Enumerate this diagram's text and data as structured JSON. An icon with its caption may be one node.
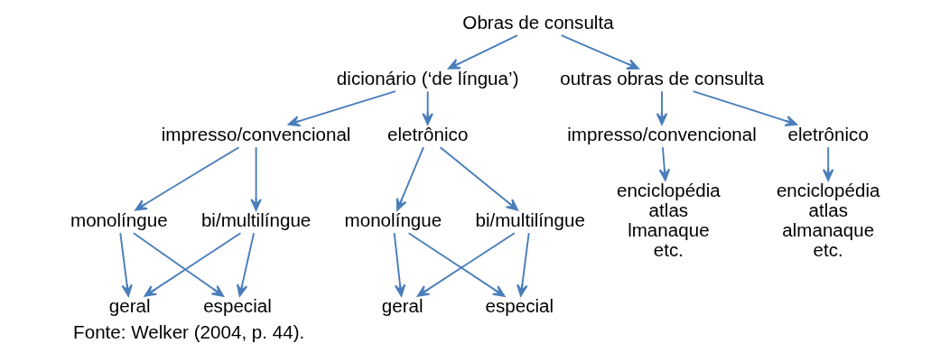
{
  "diagram": {
    "caption": "Fonte: Welker (2004, p. 44).",
    "nodes": [
      {
        "text": [
          "Obras de consulta"
        ]
      },
      {
        "text": [
          "dicionário (‘de língua’)"
        ]
      },
      {
        "text": [
          "outras obras de consulta"
        ]
      },
      {
        "text": [
          "impresso/convencional"
        ]
      },
      {
        "text": [
          "eletrônico"
        ]
      },
      {
        "text": [
          "impresso/convencional"
        ]
      },
      {
        "text": [
          "eletrônico"
        ]
      },
      {
        "text": [
          "monolíngue"
        ]
      },
      {
        "text": [
          "bi/multilíngue"
        ]
      },
      {
        "text": [
          "monolíngue"
        ]
      },
      {
        "text": [
          "bi/multilíngue"
        ]
      },
      {
        "text": [
          "geral"
        ]
      },
      {
        "text": [
          "especial"
        ]
      },
      {
        "text": [
          "geral"
        ]
      },
      {
        "text": [
          "especial"
        ]
      },
      {
        "text": [
          "enciclopédia",
          "atlas",
          "lmanaque",
          "etc."
        ]
      },
      {
        "text": [
          "enciclopédia",
          "atlas",
          "almanaque",
          "etc."
        ]
      }
    ],
    "edges": [
      {
        "from": 0,
        "to": 1,
        "arrow": "to"
      },
      {
        "from": 0,
        "to": 2,
        "arrow": "to"
      },
      {
        "from": 1,
        "to": 3,
        "arrow": "to"
      },
      {
        "from": 1,
        "to": 4,
        "arrow": "to"
      },
      {
        "from": 2,
        "to": 5,
        "arrow": "to"
      },
      {
        "from": 2,
        "to": 6,
        "arrow": "to"
      },
      {
        "from": 3,
        "to": 7,
        "arrow": "to"
      },
      {
        "from": 3,
        "to": 8,
        "arrow": "to"
      },
      {
        "from": 4,
        "to": 9,
        "arrow": "to"
      },
      {
        "from": 4,
        "to": 10,
        "arrow": "to"
      },
      {
        "from": 5,
        "to": 15,
        "arrow": "to"
      },
      {
        "from": 6,
        "to": 16,
        "arrow": "to"
      },
      {
        "from": 7,
        "to": 11,
        "arrow": "to"
      },
      {
        "from": 7,
        "to": 12,
        "arrow": "to"
      },
      {
        "from": 8,
        "to": 11,
        "arrow": "to"
      },
      {
        "from": 8,
        "to": 12,
        "arrow": "to"
      },
      {
        "from": 9,
        "to": 13,
        "arrow": "to"
      },
      {
        "from": 9,
        "to": 14,
        "arrow": "to"
      },
      {
        "from": 10,
        "to": 13,
        "arrow": "to"
      },
      {
        "from": 10,
        "to": 14,
        "arrow": "to"
      }
    ]
  }
}
